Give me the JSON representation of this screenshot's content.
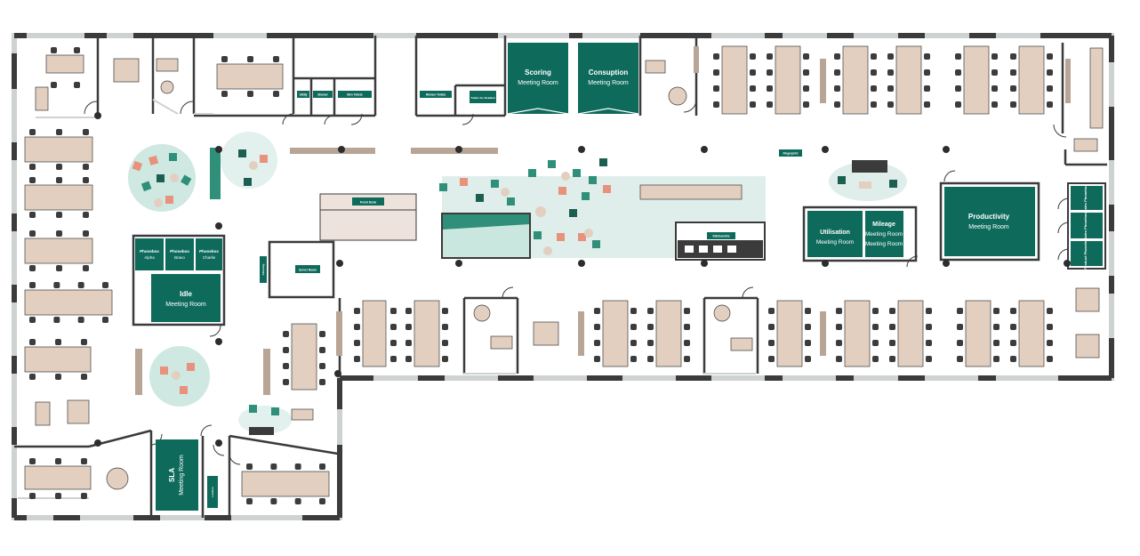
{
  "colors": {
    "wall": "#3b3b3b",
    "window": "#cfd2d2",
    "desk": "#e2cfc0",
    "chair": "#3c3c3c",
    "room": "#0e6b5c",
    "accent_light": "#d7ece8",
    "coral": "#e8917b",
    "teal": "#2f8f78",
    "counter": "#b9a595"
  },
  "rooms": [
    {
      "id": "scoring",
      "name": "Scoring",
      "sub": "Meeting Room"
    },
    {
      "id": "consuption",
      "name": "Consuption",
      "sub": "Meeting Room"
    },
    {
      "id": "productivity",
      "name": "Productivity",
      "sub": "Meeting Room"
    },
    {
      "id": "utilisation",
      "name": "Utilisation",
      "sub": "Meeting Room"
    },
    {
      "id": "mileage",
      "name": "Mileage",
      "sub": "Meeting Room"
    },
    {
      "id": "idle",
      "name": "Idle",
      "sub": "Meeting Room"
    },
    {
      "id": "sla",
      "name": "SLA",
      "sub": "Meeting Room"
    }
  ],
  "phoneboxes": [
    {
      "id": "alpha",
      "name": "Phonebox",
      "sub": "Alpha"
    },
    {
      "id": "bravo",
      "name": "Phonebox",
      "sub": "Bravo"
    },
    {
      "id": "charlie",
      "name": "Phonebox",
      "sub": "Charlie"
    }
  ],
  "small_labels": {
    "front_desk": "Front Desk",
    "kitchenette": "Kitchenette",
    "utility": "Utility",
    "shower": "Shower",
    "men_toilets": "Men Toilets",
    "women_toilets": "Women Toilets",
    "toilets_disabled": "Toilets for disabled",
    "cleaning": "Cleaning",
    "server_room": "Server Room",
    "fingerprint": "Fingerprint",
    "lockers": "Lockers",
    "right_room_1": "Sales Phonebox",
    "right_room_2": "Sales Phonebox",
    "right_room_3": "Product Phonebox"
  }
}
